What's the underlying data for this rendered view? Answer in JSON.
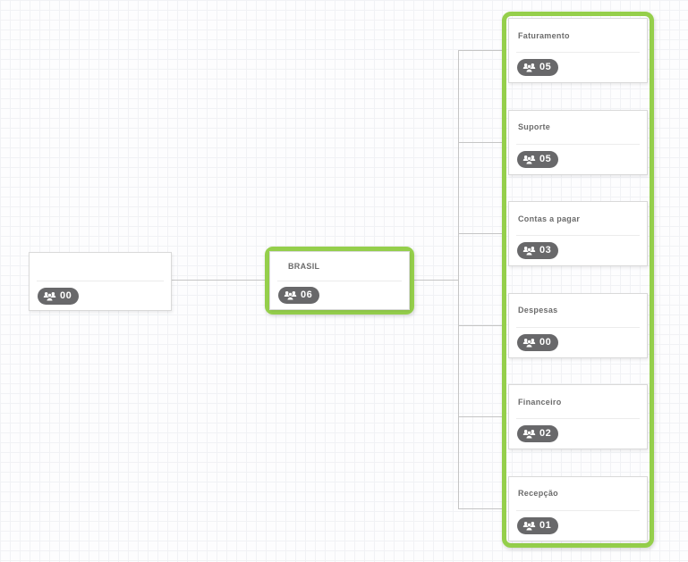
{
  "chart": {
    "root": {
      "title": "",
      "member_count": "00"
    },
    "parent": {
      "title": "BRASIL",
      "member_count": "06"
    },
    "children": [
      {
        "title": "Faturamento",
        "member_count": "05"
      },
      {
        "title": "Suporte",
        "member_count": "05"
      },
      {
        "title": "Contas a pagar",
        "member_count": "03"
      },
      {
        "title": "Despesas",
        "member_count": "00"
      },
      {
        "title": "Financeiro",
        "member_count": "02"
      },
      {
        "title": "Recepção",
        "member_count": "01"
      }
    ]
  },
  "colors": {
    "highlight": "#95cf4b",
    "badge_background": "#68686a",
    "connector": "#c5c5c5",
    "title_text": "#6b6b6b"
  },
  "icons": {
    "member_badge": "users-icon"
  }
}
